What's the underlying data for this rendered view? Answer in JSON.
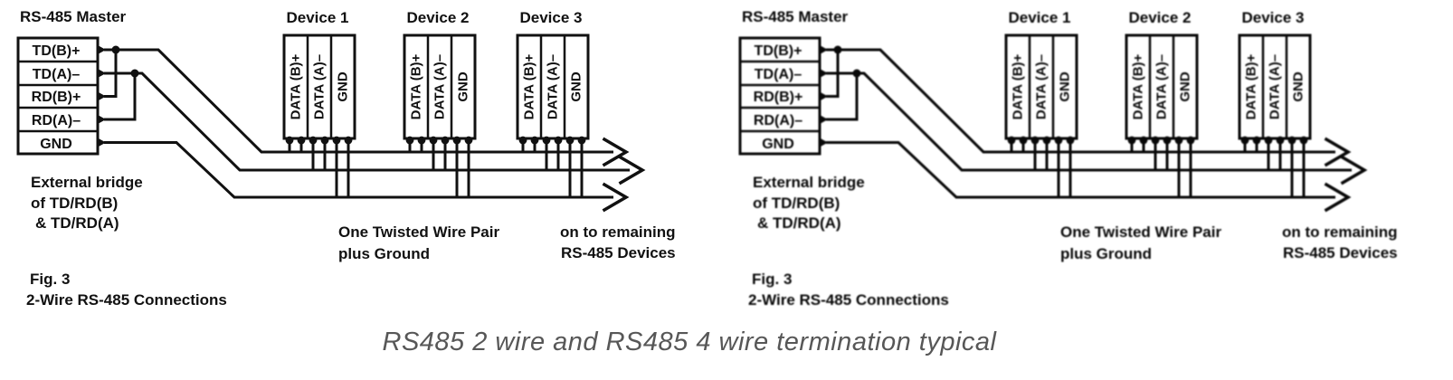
{
  "figure": {
    "caption": "RS485 2 wire and RS485 4 wire termination typical"
  },
  "diagram": {
    "master": {
      "title": "RS-485 Master",
      "terminals": [
        "TD(B)+",
        "TD(A)–",
        "RD(B)+",
        "RD(A)–",
        "GND"
      ]
    },
    "device_labels": [
      "Device 1",
      "Device 2",
      "Device 3"
    ],
    "device_terminals": [
      "DATA (B)+",
      "DATA (A)–",
      "GND"
    ],
    "notes": {
      "external_bridge_line1": "External bridge",
      "external_bridge_line2": "of TD/RD(B)",
      "external_bridge_line3": "& TD/RD(A)",
      "fig_number": "Fig. 3",
      "fig_title": "2-Wire RS-485 Connections",
      "twisted_pair_line1": "One Twisted Wire Pair",
      "twisted_pair_line2": "plus Ground",
      "continuation_line1": "on to remaining",
      "continuation_line2": "RS-485 Devices"
    }
  },
  "colors": {
    "line": "#111111",
    "caption": "#575757",
    "background": "#ffffff"
  }
}
